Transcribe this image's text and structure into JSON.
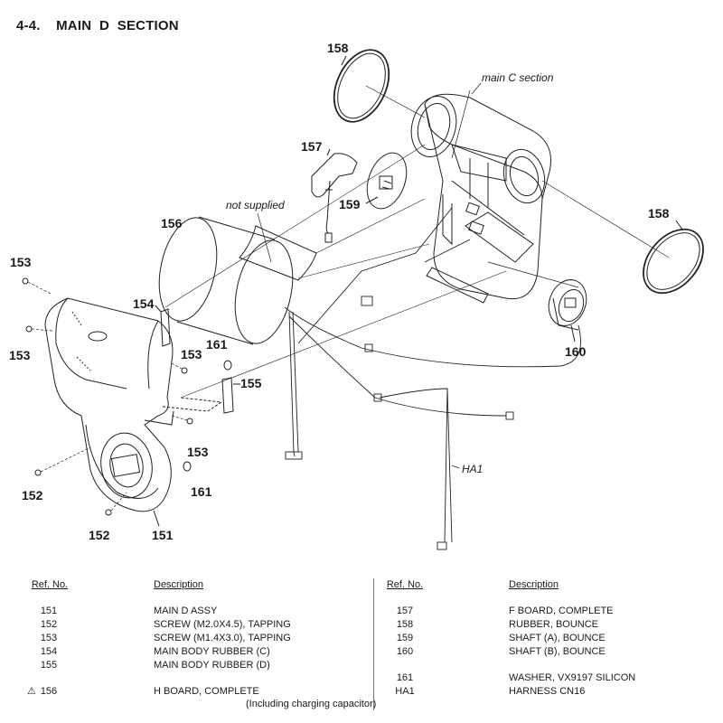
{
  "title": "4-4.    MAIN  D  SECTION",
  "callouts": {
    "c151": "151",
    "c152a": "152",
    "c152b": "152",
    "c153a": "153",
    "c153b": "153",
    "c153c": "153",
    "c153d": "153",
    "c154": "154",
    "c155": "155",
    "c156": "156",
    "c157": "157",
    "c158a": "158",
    "c158b": "158",
    "c159": "159",
    "c160": "160",
    "c161a": "161",
    "c161b": "161",
    "ha1": "HA1"
  },
  "notes": {
    "not_supplied": "not supplied",
    "main_c_section": "main C section"
  },
  "parts_table": {
    "header_ref": "Ref. No.",
    "header_desc": "Description",
    "left": [
      {
        "ref": "151",
        "desc": "MAIN D ASSY"
      },
      {
        "ref": "152",
        "desc": "SCREW (M2.0X4.5), TAPPING"
      },
      {
        "ref": "153",
        "desc": "SCREW (M1.4X3.0), TAPPING"
      },
      {
        "ref": "154",
        "desc": "MAIN BODY RUBBER (C)"
      },
      {
        "ref": "155",
        "desc": "MAIN BODY RUBBER (D)"
      },
      {
        "ref": "156",
        "desc": "H BOARD, COMPLETE",
        "caution": "⚠",
        "note": "(Including charging capacitor)"
      }
    ],
    "right": [
      {
        "ref": "157",
        "desc": "F BOARD, COMPLETE"
      },
      {
        "ref": "158",
        "desc": "RUBBER, BOUNCE"
      },
      {
        "ref": "159",
        "desc": "SHAFT (A), BOUNCE"
      },
      {
        "ref": "160",
        "desc": "SHAFT (B), BOUNCE"
      },
      {
        "ref": "161",
        "desc": "WASHER, VX9197 SILICON"
      },
      {
        "ref": "HA1",
        "desc": "HARNESS CN16"
      }
    ]
  }
}
